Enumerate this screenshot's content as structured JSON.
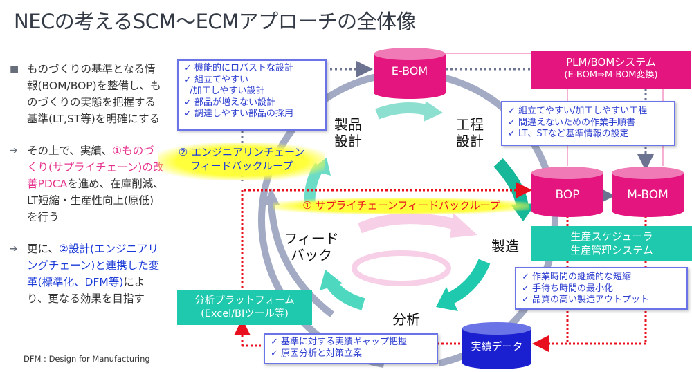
{
  "title": "NECの考えるSCM〜ECMアプローチの全体像",
  "left_panel": {
    "bullets": [
      {
        "marker": "■",
        "segments": [
          {
            "text": "ものづくりの基準となる情報(BOM/BOP)を整備し、ものづくりの実態を把握する基準(LT,ST等)を明確にする",
            "style": "normal"
          }
        ]
      },
      {
        "marker": "➔",
        "segments": [
          {
            "text": "その上で、実績、",
            "style": "normal"
          },
          {
            "text": "①ものづくり(サプライチェーン)の改善PDCA",
            "style": "pink"
          },
          {
            "text": "を進め、在庫削減、LT短縮・生産性向上(原低)を行う",
            "style": "normal"
          }
        ]
      },
      {
        "marker": "➔",
        "segments": [
          {
            "text": "更に、",
            "style": "normal"
          },
          {
            "text": "②設計(エンジニアリングチェーン)と連携した変革(標準化、DFM等)",
            "style": "blue"
          },
          {
            "text": "により、更なる効果を目指す",
            "style": "normal"
          }
        ]
      }
    ],
    "footnote": "DFM : Design for Manufacturing"
  },
  "diagram": {
    "databases": {
      "ebom": "E-BOM",
      "bop": "BOP",
      "mbom": "M-BOM",
      "actual_data": "実績データ"
    },
    "systems": {
      "plm_line1": "PLM/BOMシステム",
      "plm_line2": "(E-BOM⇒M-BOM変換)",
      "scheduler_line1": "生産スケジューラ",
      "scheduler_line2": "生産管理システム",
      "analytics_line1": "分析プラットフォーム",
      "analytics_line2": "(Excel/BIツール等)"
    },
    "stages": {
      "product_design": [
        "製品",
        "設計"
      ],
      "process_design": [
        "工程",
        "設計"
      ],
      "manufacturing": "製造",
      "analysis": "分析",
      "feedback": [
        "フィード",
        "バック"
      ]
    },
    "loops": {
      "engineering_line1": "② エンジニアリンチェーン",
      "engineering_line2": "フィードバックループ",
      "supply_chain": "① サプライチェーンフィードバックループ"
    },
    "checklists": {
      "design": [
        "✓ 機能的にロバストな設計",
        "✓ 組立てやすい",
        "  /加工しやすい設計",
        "✓ 部品が増えない設計",
        "✓ 調達しやすい部品の採用"
      ],
      "process": [
        "✓ 組立てやすい/加工しやすい工程",
        "✓ 間違えないための作業手順書",
        "✓ LT、STなど基準情報の設定"
      ],
      "manufacturing": [
        "✓ 作業時間の継続的な短縮",
        "✓ 手待ち時間の最小化",
        "✓ 品質の高い製造アウトプット"
      ],
      "analysis": [
        "✓ 基準に対する実績ギャップ把握",
        "✓ 原因分析と対策立案"
      ]
    },
    "colors": {
      "magenta": "#e4157f",
      "teal": "#1ec9ad",
      "navy_db": "#1a1fcf",
      "checklist_border": "#6b74e6",
      "red_dotted": "#e8101e",
      "gray_arc": "#9ea6bf"
    }
  }
}
